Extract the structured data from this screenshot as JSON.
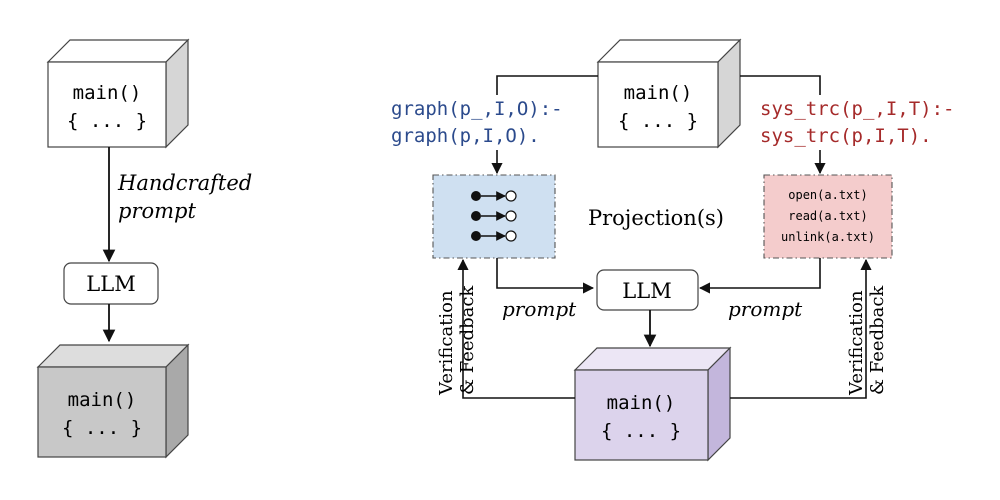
{
  "left": {
    "top_box": {
      "line1": "main()",
      "line2": "{ ... }"
    },
    "arrow_label": {
      "line1": "Handcrafted",
      "line2": "prompt"
    },
    "llm": "LLM",
    "bottom_box": {
      "line1": "main()",
      "line2": "{ ... }"
    }
  },
  "right": {
    "top_box": {
      "line1": "main()",
      "line2": "{ ... }"
    },
    "graph_rule": {
      "line1": "graph(p_,I,O):-",
      "line2": "graph(p,I,O)."
    },
    "trace_rule": {
      "line1": "sys_trc(p_,I,T):-",
      "line2": "sys_trc(p,I,T)."
    },
    "projections_label": "Projection(s)",
    "trace_box": {
      "line1": "open(a.txt)",
      "line2": "read(a.txt)",
      "line3": "unlink(a.txt)"
    },
    "llm": "LLM",
    "prompt_left": "prompt",
    "prompt_right": "prompt",
    "feedback_left": {
      "line1": "Verification",
      "line2": "& Feedback"
    },
    "feedback_right": {
      "line1": "Verification",
      "line2": "& Feedback"
    },
    "bottom_box": {
      "line1": "main()",
      "line2": "{ ... }"
    }
  },
  "colors": {
    "blue_text": "#2b4a8c",
    "red_text": "#a52a2a",
    "graph_fill": "#cfe0f1",
    "trace_fill": "#f4cccc",
    "purple_front": "#dcd3ec",
    "purple_top": "#ece6f5",
    "purple_side": "#c3b6dc",
    "gray_front": "#c8c8c8",
    "gray_top": "#dddddd",
    "gray_side": "#a9a9a9"
  }
}
